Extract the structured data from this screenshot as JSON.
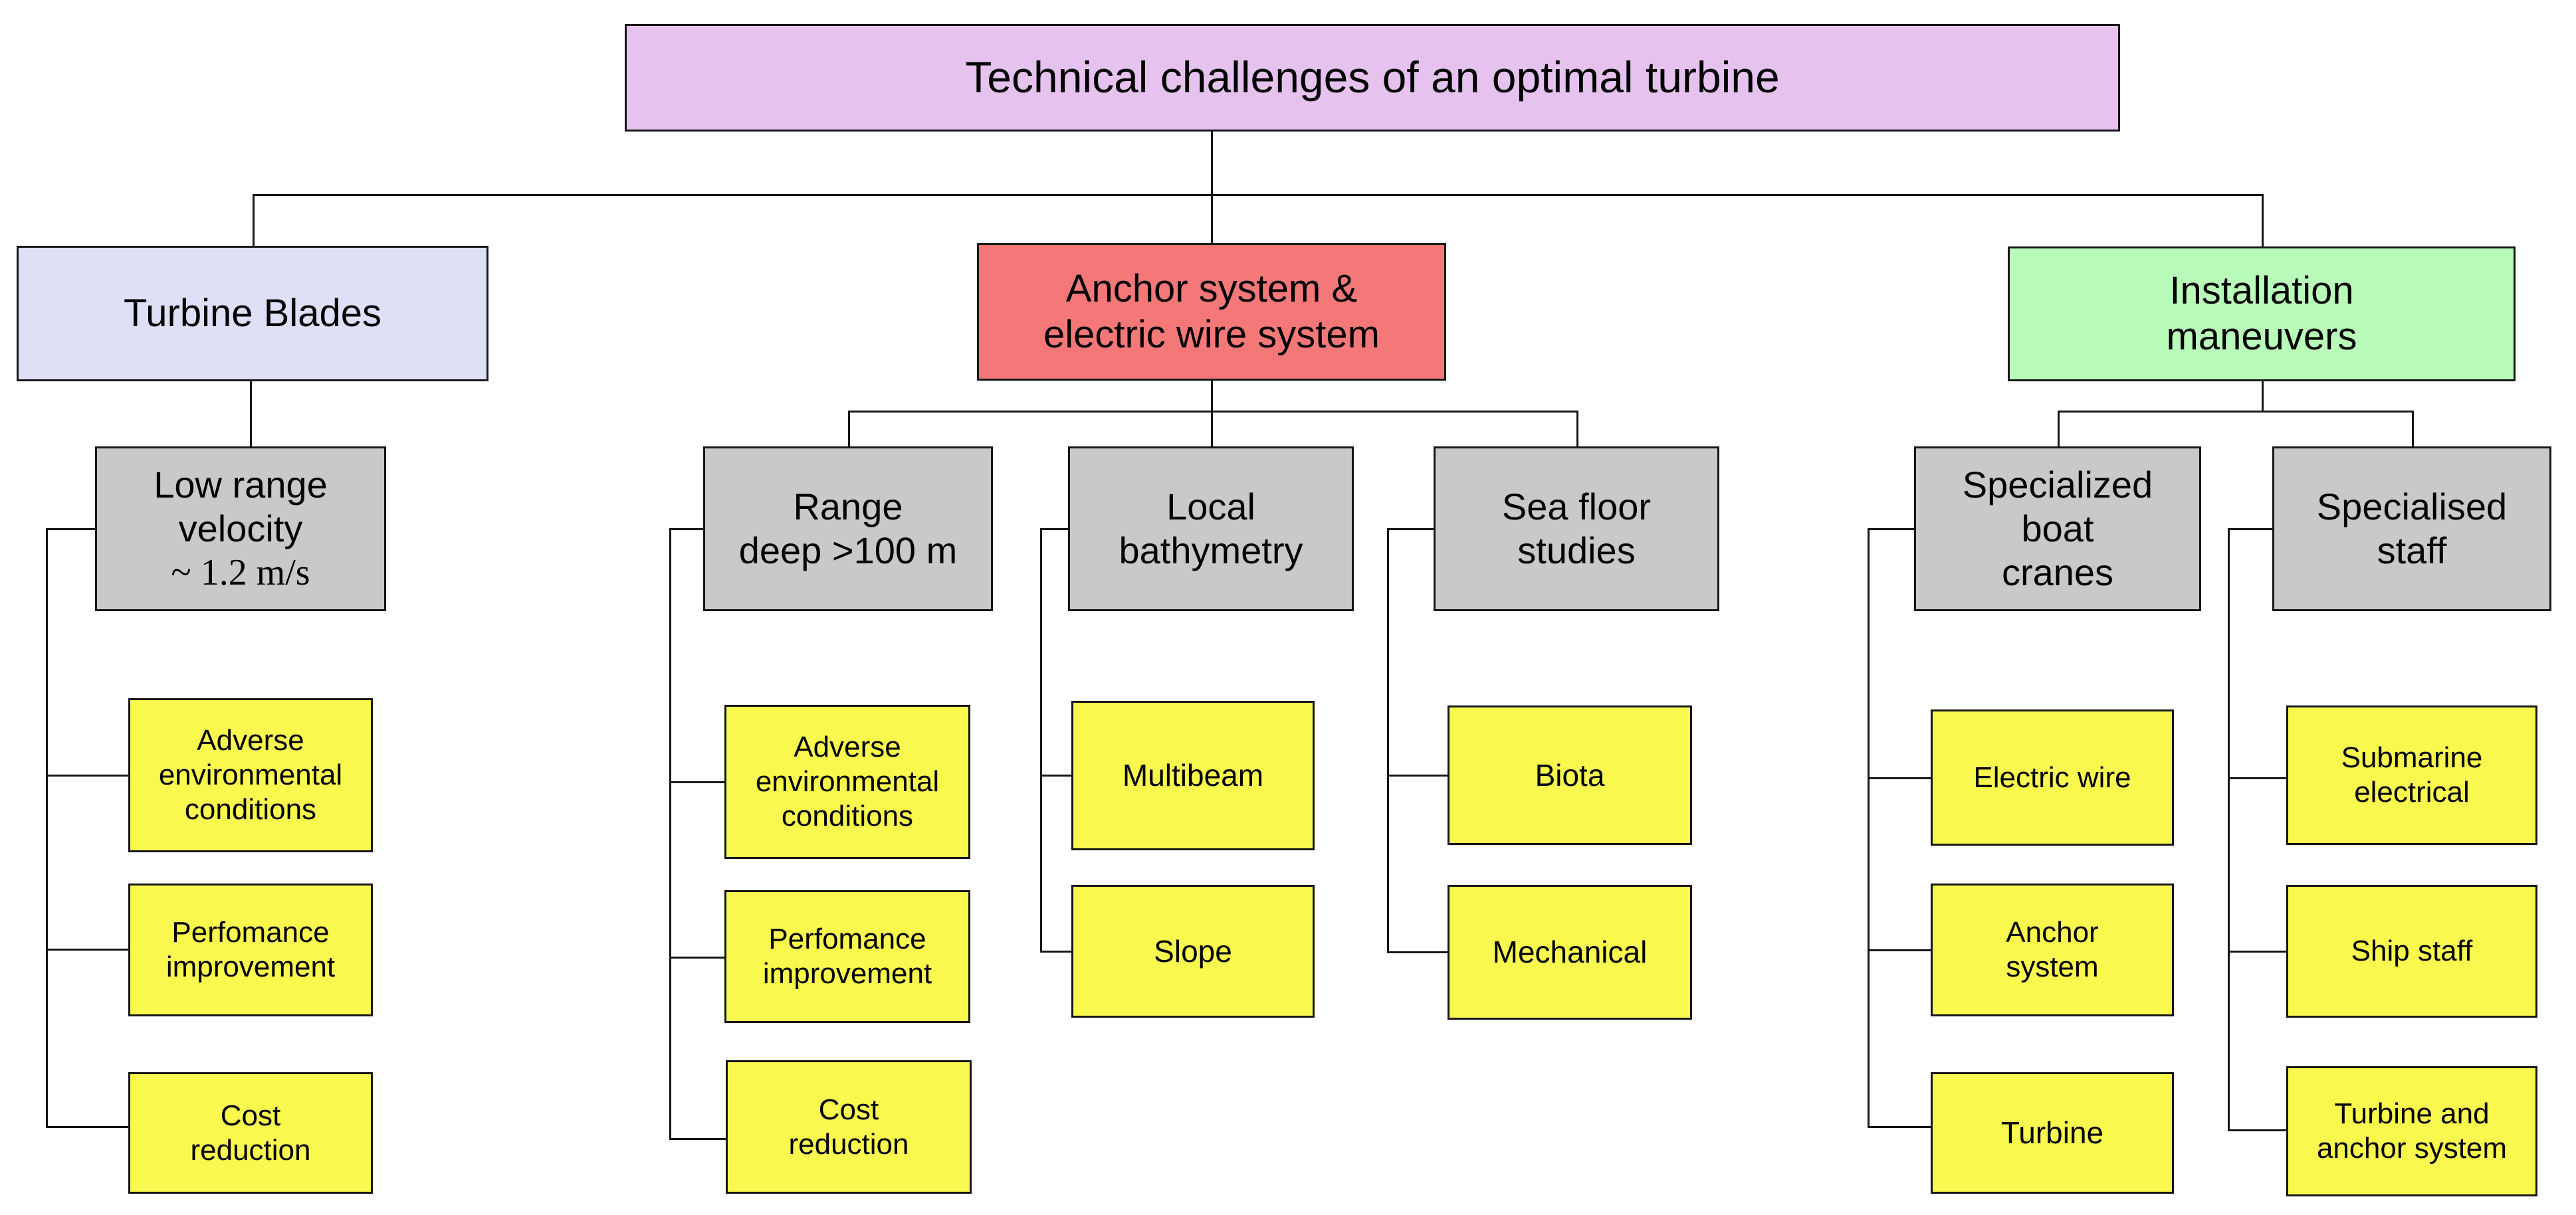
{
  "diagram": {
    "title": "Technical challenges of an optimal turbine",
    "colors": {
      "title_fill": "#e5c3ee",
      "blades_fill": "#dee0f8",
      "anchor_fill": "#f57878",
      "install_fill": "#b9fcb9",
      "gray_fill": "#c9c9c9",
      "yellow_fill": "#f8f84f",
      "line_color": "#161616"
    },
    "nodes": {
      "turbine_blades": {
        "label": "Turbine Blades"
      },
      "anchor_wire": {
        "label": "Anchor system &\nelectric wire system"
      },
      "installation": {
        "label": "Installation\nmaneuvers"
      },
      "low_range_velocity": {
        "label": "Low range\nvelocity",
        "note": "~ 1.2 m/s"
      },
      "range_deep": {
        "label": "Range\ndeep >100 m"
      },
      "local_bathymetry": {
        "label": "Local\nbathymetry"
      },
      "sea_floor": {
        "label": "Sea floor\nstudies"
      },
      "boat_cranes": {
        "label": "Specialized\nboat\ncranes"
      },
      "specialised_staff": {
        "label": "Specialised\nstaff"
      },
      "blades_adverse": {
        "label": "Adverse\nenvironmental\nconditions"
      },
      "blades_performance": {
        "label": "Perfomance\nimprovement"
      },
      "blades_cost": {
        "label": "Cost\nreduction"
      },
      "range_adverse": {
        "label": "Adverse\nenvironmental\nconditions"
      },
      "range_performance": {
        "label": "Perfomance\nimprovement"
      },
      "range_cost": {
        "label": "Cost\nreduction"
      },
      "multibeam": {
        "label": "Multibeam"
      },
      "slope": {
        "label": "Slope"
      },
      "biota": {
        "label": "Biota"
      },
      "mechanical": {
        "label": "Mechanical"
      },
      "electric_wire": {
        "label": "Electric wire"
      },
      "anchor_system": {
        "label": "Anchor\nsystem"
      },
      "turbine": {
        "label": "Turbine"
      },
      "submarine_electrical": {
        "label": "Submarine\nelectrical"
      },
      "ship_staff": {
        "label": "Ship staff"
      },
      "turbine_anchor": {
        "label": "Turbine and\nanchor system"
      }
    }
  }
}
